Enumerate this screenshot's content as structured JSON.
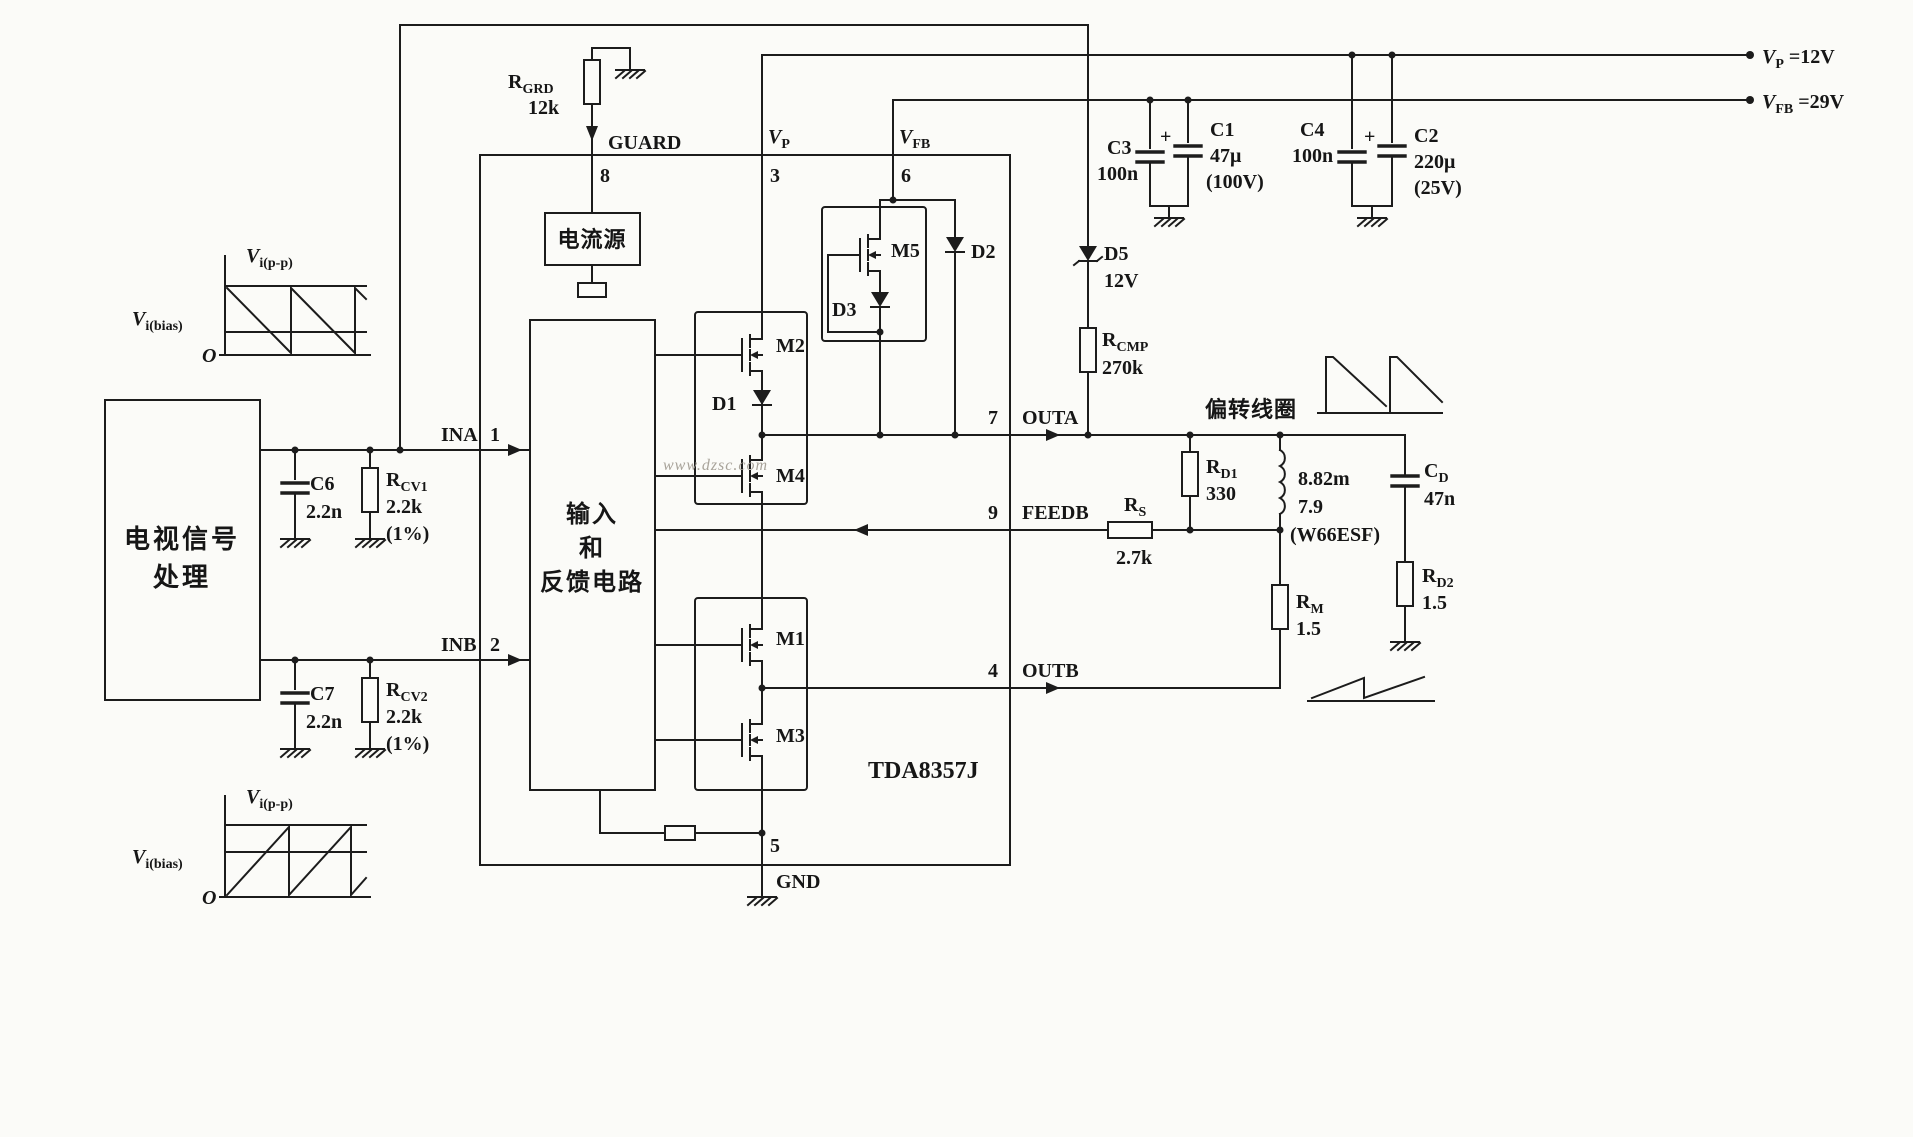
{
  "watermark": "www.dzsc.com",
  "ic": {
    "part": "TDA8357J",
    "inner_block": {
      "line1": "输入",
      "line2": "和",
      "line3": "反馈电路"
    },
    "current_source": "电流源"
  },
  "tv_block": {
    "line1": "电视信号",
    "line2": "处理"
  },
  "rails": {
    "vp": {
      "base": "V",
      "sub": "P",
      "value": " =12V"
    },
    "vfb": {
      "base": "V",
      "sub": "FB",
      "value": " =29V"
    }
  },
  "pins": {
    "ina": {
      "name": "INA",
      "num": "1"
    },
    "inb": {
      "name": "INB",
      "num": "2"
    },
    "vp": {
      "base": "V",
      "sub": "P",
      "num": "3"
    },
    "outb": {
      "name": "OUTB",
      "num": "4"
    },
    "gnd": {
      "name": "GND",
      "num": "5"
    },
    "vfb": {
      "base": "V",
      "sub": "FB",
      "num": "6"
    },
    "outa": {
      "name": "OUTA",
      "num": "7"
    },
    "guard": {
      "name": "GUARD",
      "num": "8"
    },
    "feedb": {
      "name": "FEEDB",
      "num": "9"
    }
  },
  "waveforms": {
    "vi_pp": {
      "base": "V",
      "sub": "i(p-p)"
    },
    "vi_bias": {
      "base": "V",
      "sub": "i(bias)"
    },
    "origin": "O"
  },
  "components": {
    "rgrd": {
      "base": "R",
      "sub": "GRD",
      "value": "12k"
    },
    "rcv1": {
      "base": "R",
      "sub": "CV1",
      "value": "2.2k",
      "tol": "(1%)"
    },
    "rcv2": {
      "base": "R",
      "sub": "CV2",
      "value": "2.2k",
      "tol": "(1%)"
    },
    "c6": {
      "name": "C6",
      "value": "2.2n"
    },
    "c7": {
      "name": "C7",
      "value": "2.2n"
    },
    "d1": {
      "name": "D1"
    },
    "d2": {
      "name": "D2"
    },
    "d3": {
      "name": "D3"
    },
    "d5": {
      "name": "D5",
      "value": "12V"
    },
    "m1": {
      "name": "M1"
    },
    "m2": {
      "name": "M2"
    },
    "m3": {
      "name": "M3"
    },
    "m4": {
      "name": "M4"
    },
    "m5": {
      "name": "M5"
    },
    "rcmp": {
      "base": "R",
      "sub": "CMP",
      "value": "270k"
    },
    "c3": {
      "name": "C3",
      "value": "100n"
    },
    "c1": {
      "name": "C1",
      "value": "47μ",
      "rating": "(100V)",
      "polarity": "+"
    },
    "c4": {
      "name": "C4",
      "value": "100n"
    },
    "c2": {
      "name": "C2",
      "value": "220μ",
      "rating": "(25V)",
      "polarity": "+"
    },
    "rs": {
      "base": "R",
      "sub": "S",
      "value": "2.7k"
    },
    "rd1": {
      "base": "R",
      "sub": "D1",
      "value": "330"
    },
    "rd2": {
      "base": "R",
      "sub": "D2",
      "value": "1.5"
    },
    "rm": {
      "base": "R",
      "sub": "M",
      "value": "1.5"
    },
    "cd": {
      "base": "C",
      "sub": "D",
      "value": "47n"
    },
    "coil": {
      "title": "偏转线圈",
      "value1": "8.82m",
      "value2": "7.9",
      "part": "(W66ESF)"
    }
  }
}
